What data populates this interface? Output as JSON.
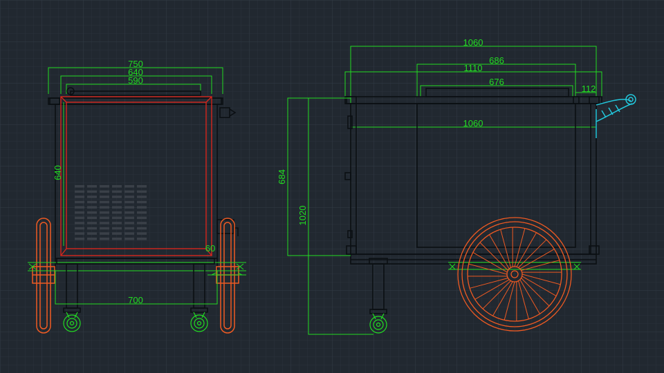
{
  "colors": {
    "background": "#212830",
    "grid_minor": "#2a323b",
    "grid_major": "#333c46",
    "dimension": "#22dd22",
    "outline": "#0b0f13",
    "cabinet_red": "#d8261c",
    "wheel_orange": "#ef5a22",
    "caster_green": "#22dd22",
    "handle_cyan": "#22c8dd",
    "vent_gray": "#3a4048"
  },
  "front_view": {
    "dim_750": "750",
    "dim_640_top": "640",
    "dim_590": "590",
    "dim_640_side": "640",
    "dim_60": "60",
    "dim_700": "700"
  },
  "side_view": {
    "dim_1060_top": "1060",
    "dim_686": "686",
    "dim_1110": "1110",
    "dim_676": "676",
    "dim_112": "112",
    "dim_1060_mid": "1060",
    "dim_684": "684",
    "dim_1020": "1020"
  }
}
